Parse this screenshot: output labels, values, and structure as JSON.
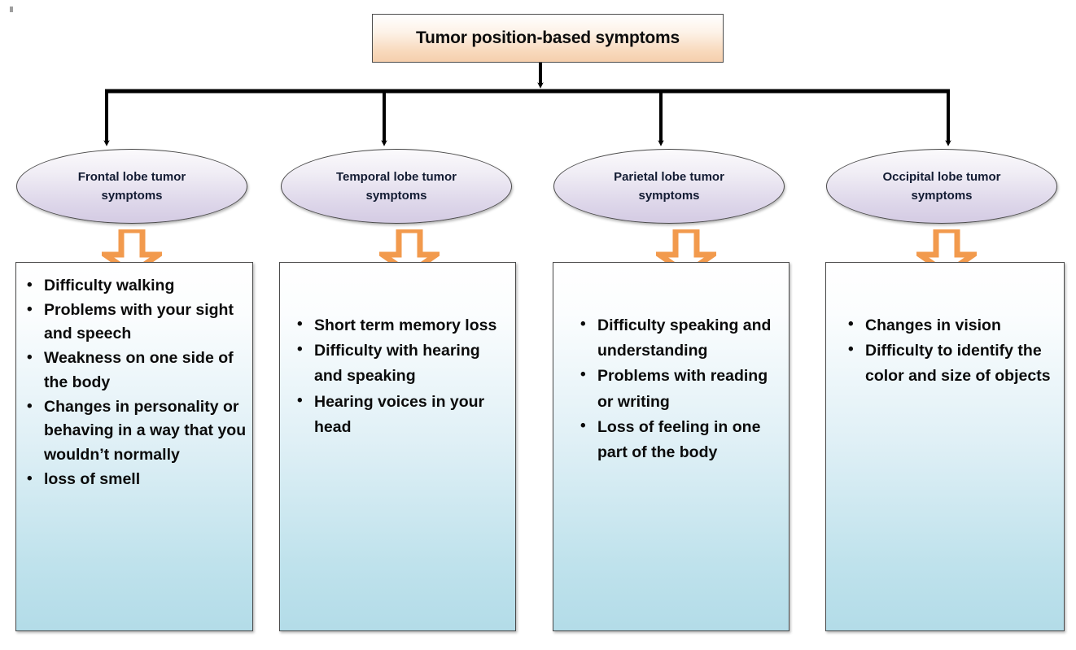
{
  "diagram": {
    "root": {
      "label": "Tumor position-based symptoms"
    },
    "colors": {
      "root_fill_top": "#ffffff",
      "root_fill_bottom": "#f5cfad",
      "ellipse_fill_top": "#fbfafc",
      "ellipse_fill_bottom": "#d4cbe3",
      "box_fill_top": "#ffffff",
      "box_fill_bottom": "#b3dce8",
      "connector_line": "#000000",
      "block_arrow_outline": "#f29a4d",
      "block_arrow_fill": "#ffffff",
      "border": "#4a4a4a"
    },
    "branches": [
      {
        "id": "frontal",
        "node_label": "Frontal lobe tumor symptoms",
        "arrow_icon": "down-block-arrow-icon",
        "symptoms": [
          "Difficulty walking",
          "Problems with your sight and speech",
          "Weakness on one side of the body",
          "Changes in personality or behaving in a way that you wouldn’t normally",
          "loss of smell"
        ]
      },
      {
        "id": "temporal",
        "node_label": "Temporal lobe tumor symptoms",
        "arrow_icon": "down-block-arrow-icon",
        "symptoms": [
          "Short term memory loss",
          "Difficulty with hearing and speaking",
          "Hearing voices in your head"
        ]
      },
      {
        "id": "parietal",
        "node_label": "Parietal lobe tumor symptoms",
        "arrow_icon": "down-block-arrow-icon",
        "symptoms": [
          "Difficulty speaking and understanding",
          "Problems with reading or writing",
          "Loss of feeling in one part of the body"
        ]
      },
      {
        "id": "occipital",
        "node_label": "Occipital lobe tumor symptoms",
        "arrow_icon": "down-block-arrow-icon",
        "symptoms": [
          "Changes in vision",
          "Difficulty to identify the color and size of objects"
        ]
      }
    ]
  }
}
